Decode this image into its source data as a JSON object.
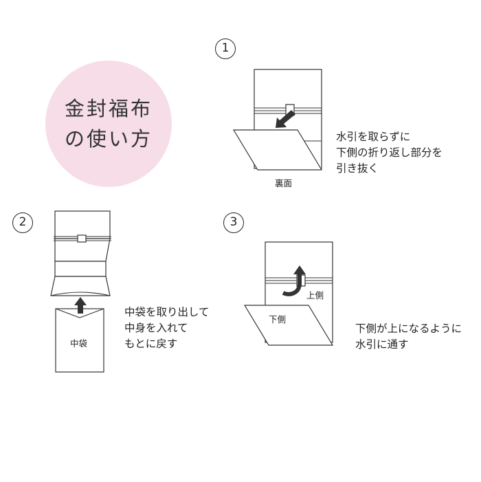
{
  "title": {
    "line1": "金封福布",
    "line2": "の使い方"
  },
  "colors": {
    "circle": "#f6dde8",
    "line": "#333333",
    "arrow": "#333333"
  },
  "steps": [
    {
      "number": "1",
      "instructions": [
        "水引を取らずに",
        "下側の折り返し部分を",
        "引き抜く"
      ],
      "label_back": "裏面"
    },
    {
      "number": "2",
      "instructions": [
        "中袋を取り出して",
        "中身を入れて",
        "もとに戻す"
      ],
      "label_inner": "中袋"
    },
    {
      "number": "3",
      "instructions": [
        "下側が上になるように",
        "水引に通す"
      ],
      "label_upper": "上側",
      "label_lower": "下側"
    }
  ]
}
